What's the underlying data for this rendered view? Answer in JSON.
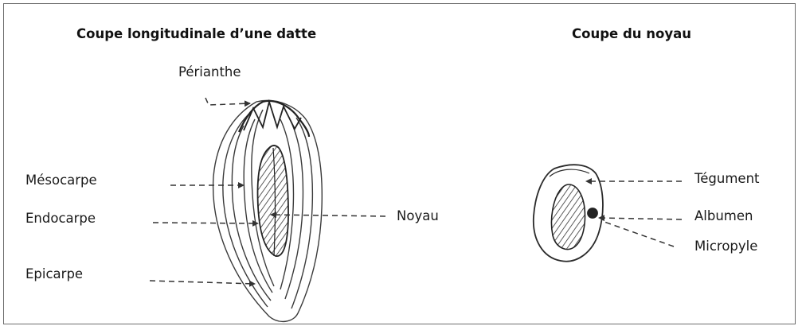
{
  "titles": {
    "left": "Coupe longitudinale d’une datte",
    "right": "Coupe du noyau"
  },
  "labels": {
    "perianthe": "Périanthe",
    "mesocarpe": "Mésocarpe",
    "endocarpe": "Endocarpe",
    "epicarpe": "Epicarpe",
    "noyau": "Noyau",
    "tegument": "Tégument",
    "albumen": "Albumen",
    "micropyle": "Micropyle"
  }
}
